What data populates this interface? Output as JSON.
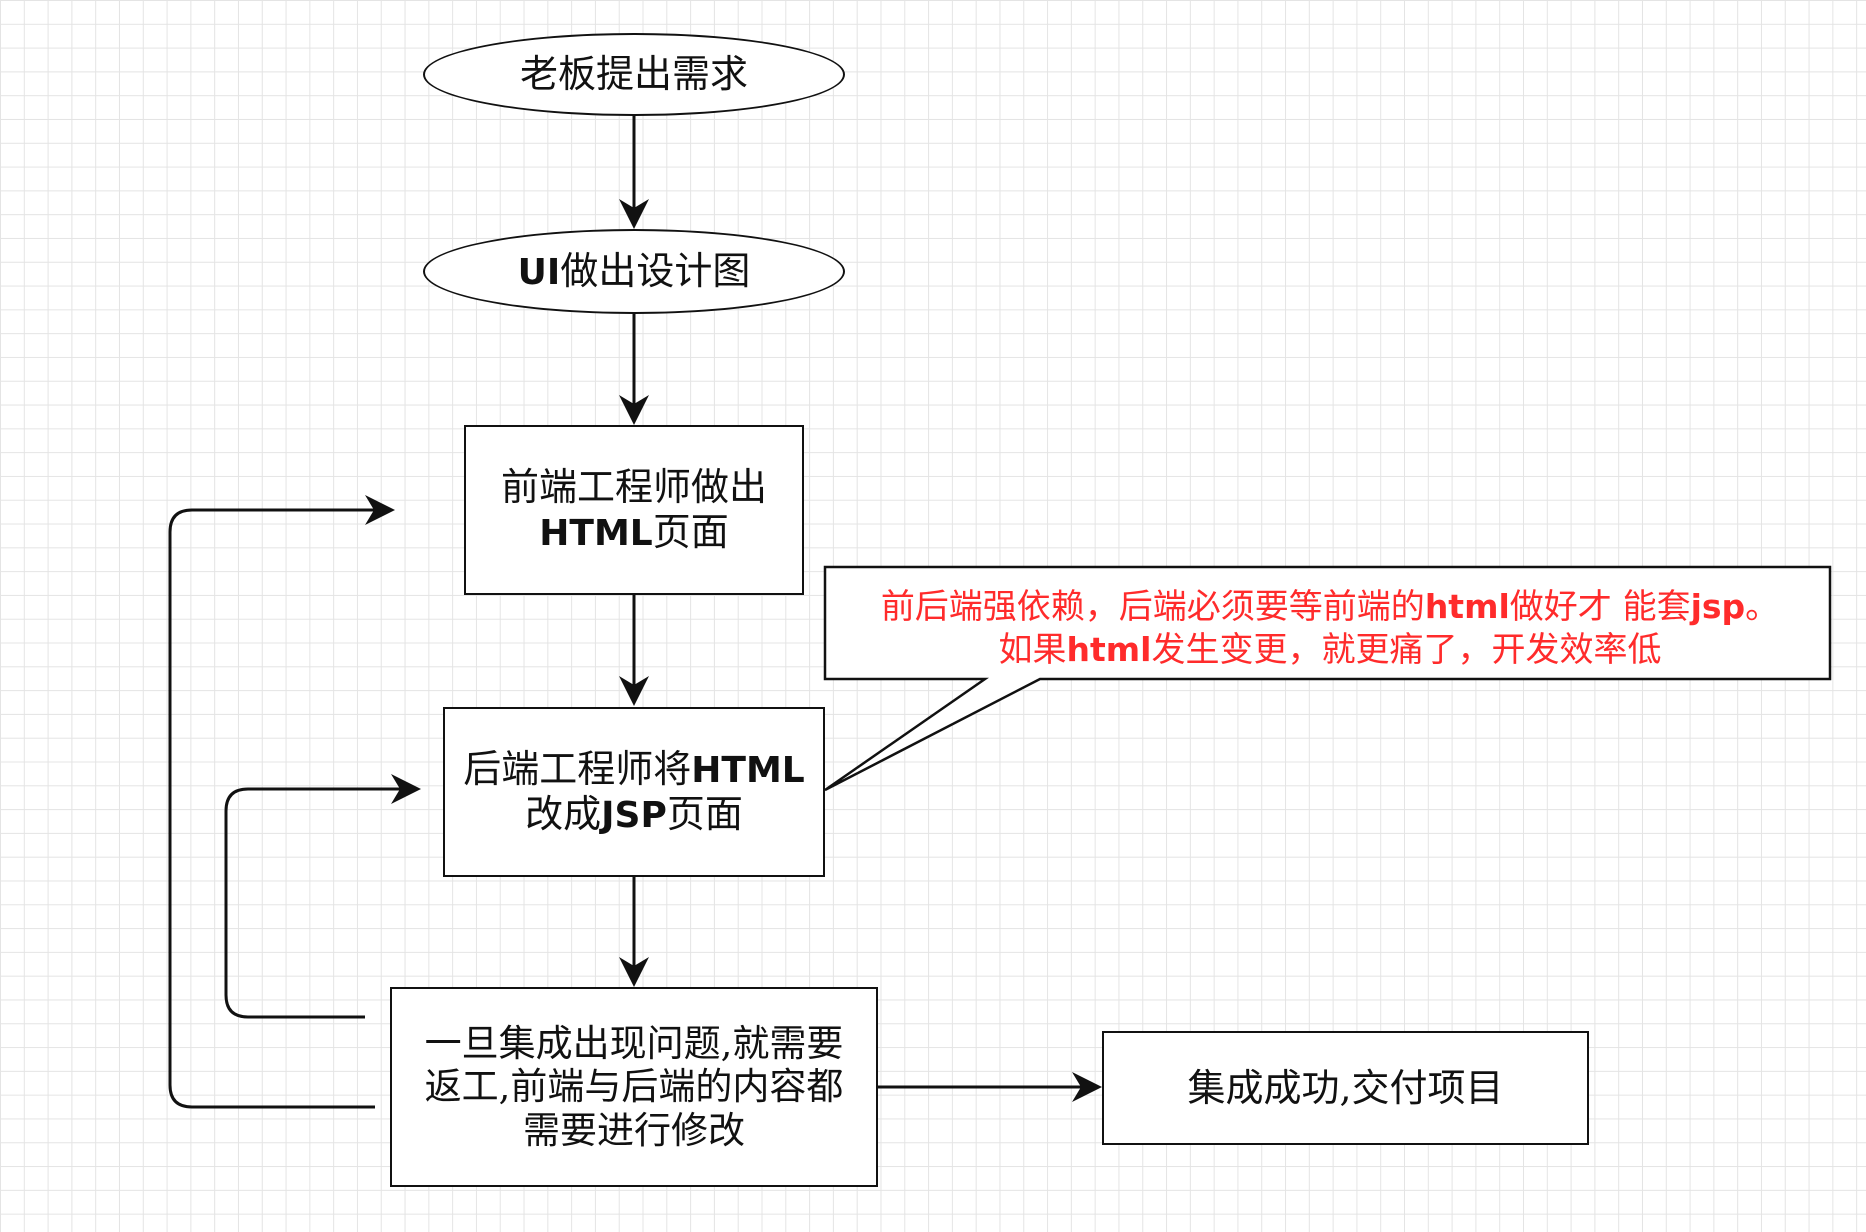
{
  "diagram": {
    "nodes": {
      "boss": {
        "text": "老板提出需求"
      },
      "ui": {
        "latin": "UI",
        "text": "做出设计图"
      },
      "frontend": {
        "line1": "前端工程师做出",
        "line2_latin": "HTML",
        "line2_text": "页面"
      },
      "backend": {
        "line1_text": "后端工程师将",
        "line1_latin": "HTML",
        "line2_text_a": "改成",
        "line2_latin": "JSP",
        "line2_text_b": "页面"
      },
      "integration": {
        "line1": "一旦集成出现问题,就需要",
        "line2": "返工,前端与后端的内容都",
        "line3": "需要进行修改"
      },
      "success": {
        "text": "集成成功,交付项目"
      }
    },
    "callout": {
      "line1_a": "前后端强依赖，后端必须要等前端的",
      "line1_b": "html",
      "line1_c": "做好才 能套",
      "line1_d": "jsp",
      "line1_e": "。",
      "line2_a": "如果",
      "line2_b": "html",
      "line2_c": "发生变更，就更痛了，开发效率低"
    },
    "colors": {
      "line": "#111111",
      "callout_text": "#ff2b2b",
      "grid": "#e4e4e4",
      "background": "#ffffff"
    }
  }
}
